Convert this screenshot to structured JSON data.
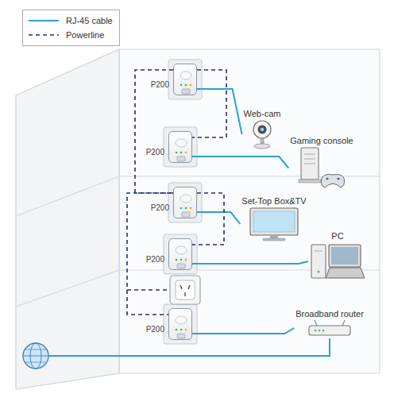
{
  "diagram": {
    "nodes": [
      {
        "text": [
          "P200"
        ]
      },
      {
        "text": [
          "Web-cam"
        ]
      },
      {
        "text": [
          "P200"
        ]
      },
      {
        "text": [
          "Gaming console"
        ]
      },
      {
        "text": [
          "P200"
        ]
      },
      {
        "text": [
          "Set-Top Box&TV"
        ]
      },
      {
        "text": [
          "P200"
        ]
      },
      {
        "text": [
          "PC"
        ]
      },
      {
        "text": [
          "P200"
        ]
      },
      {
        "text": [
          "Broadband router"
        ]
      }
    ],
    "edges": [
      {
        "from": 0,
        "to": 1,
        "arrow": "none"
      },
      {
        "from": 0,
        "to": 2,
        "arrow": "none"
      },
      {
        "from": 0,
        "to": 4,
        "arrow": "none"
      },
      {
        "from": 2,
        "to": 3,
        "arrow": "none"
      },
      {
        "from": 4,
        "to": 5,
        "arrow": "none"
      },
      {
        "from": 4,
        "to": 6,
        "arrow": "none"
      },
      {
        "from": 4,
        "to": 8,
        "arrow": "none"
      },
      {
        "from": 6,
        "to": 7,
        "arrow": "none"
      },
      {
        "from": 8,
        "to": 9,
        "arrow": "none"
      }
    ],
    "legend": [
      {
        "text": "RJ-45 cable"
      },
      {
        "text": "Powerline"
      }
    ]
  }
}
